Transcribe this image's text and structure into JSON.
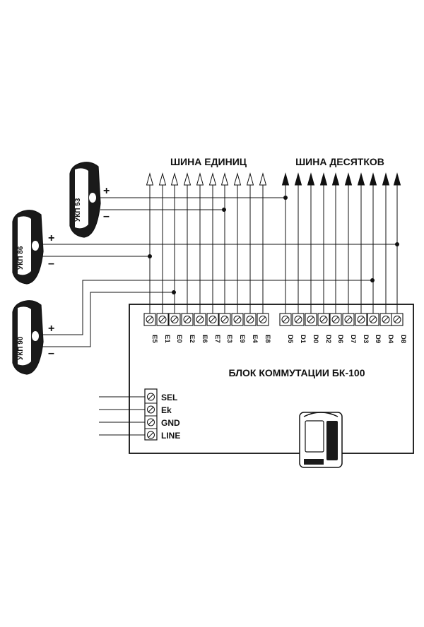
{
  "bus_units": {
    "title": "ШИНА ЕДИНИЦ",
    "terminals": [
      "E5",
      "E1",
      "E0",
      "E2",
      "E6",
      "E7",
      "E3",
      "E9",
      "E4",
      "E8"
    ]
  },
  "bus_tens": {
    "title": "ШИНА ДЕСЯТКОВ",
    "terminals": [
      "D5",
      "D1",
      "D0",
      "D2",
      "D6",
      "D7",
      "D3",
      "D9",
      "D4",
      "D8"
    ]
  },
  "block": {
    "title": "БЛОК КОММУТАЦИИ БК-100"
  },
  "control": {
    "terminals": [
      "SEL",
      "Ek",
      "GND",
      "LINE"
    ]
  },
  "handsets": [
    {
      "label": "УКП 53",
      "plus": "+",
      "minus": "–"
    },
    {
      "label": "УКП 86",
      "plus": "+",
      "minus": "–"
    },
    {
      "label": "УКП 90",
      "plus": "+",
      "minus": "–"
    }
  ]
}
